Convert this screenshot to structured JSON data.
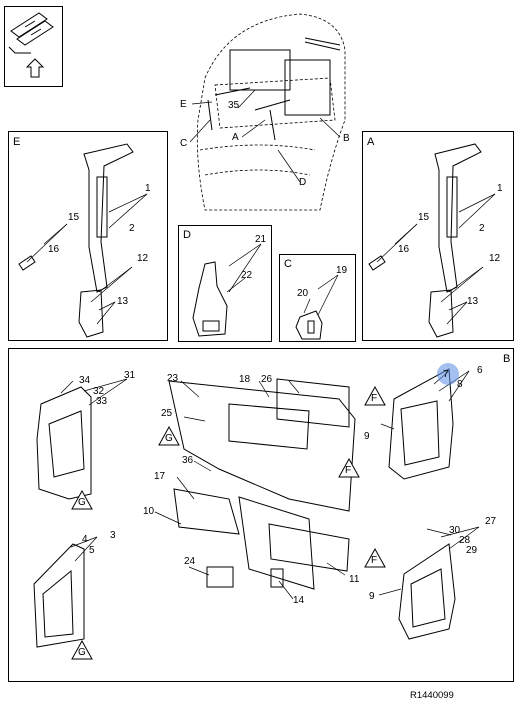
{
  "reference_code": "R1440099",
  "views": {
    "e": {
      "title": "E",
      "callouts": [
        "1",
        "2",
        "15",
        "16",
        "12",
        "13"
      ]
    },
    "a": {
      "title": "A",
      "callouts": [
        "1",
        "2",
        "15",
        "16",
        "12",
        "13"
      ]
    },
    "d": {
      "title": "D",
      "callouts": [
        "21",
        "22"
      ]
    },
    "c": {
      "title": "C",
      "callouts": [
        "19",
        "20"
      ]
    },
    "b": {
      "title": "B"
    }
  },
  "cab_callouts": {
    "e": "E",
    "c": "C",
    "n35": "35",
    "a": "A",
    "b": "B",
    "d": "D"
  },
  "b_callouts": {
    "n34": "34",
    "n31": "31",
    "n32": "32",
    "n33": "33",
    "g1": "G",
    "n23": "23",
    "n18": "18",
    "n26": "26",
    "n25": "25",
    "g2": "G",
    "n36": "36",
    "f1": "F",
    "n17": "17",
    "n10": "10",
    "n24": "24",
    "n14": "14",
    "n11": "11",
    "n4": "4",
    "n3": "3",
    "n5": "5",
    "g3": "G",
    "n7": "7",
    "n6": "6",
    "n8": "8",
    "f2": "F",
    "n9a": "9",
    "n30": "30",
    "n27": "27",
    "n28": "28",
    "n29": "29",
    "f3": "F",
    "n9b": "9"
  },
  "highlight_color": "#5a8ce6"
}
